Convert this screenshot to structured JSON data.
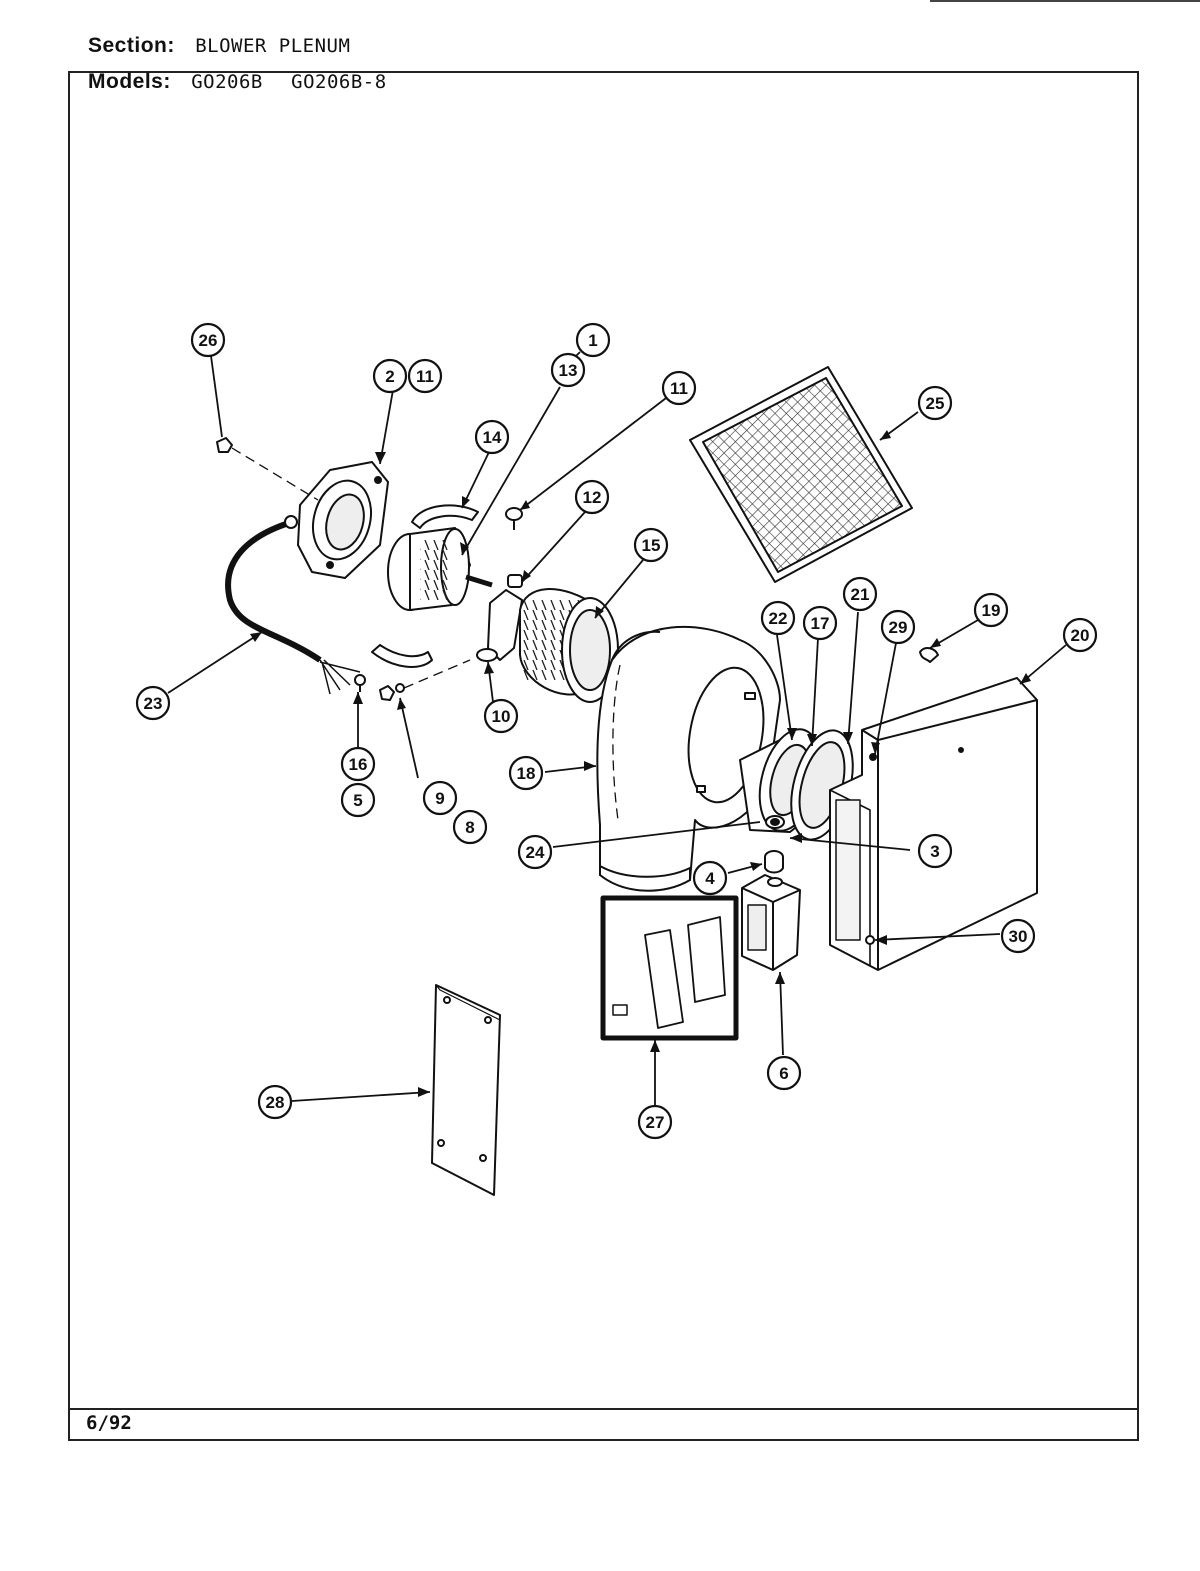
{
  "header": {
    "section_label": "Section:",
    "section_value": "BLOWER PLENUM",
    "models_label": "Models:",
    "models": [
      "GO206B",
      "GO206B-8"
    ]
  },
  "footer": {
    "date": "6/92"
  },
  "callouts": {
    "c1": "1",
    "c2": "2",
    "c11a": "11",
    "c13": "13",
    "c11b": "11",
    "c26": "26",
    "c14": "14",
    "c12": "12",
    "c15": "15",
    "c25": "25",
    "c21": "21",
    "c22": "22",
    "c17": "17",
    "c29": "29",
    "c19": "19",
    "c20": "20",
    "c23": "23",
    "c16": "16",
    "c5": "5",
    "c10": "10",
    "c9": "9",
    "c8": "8",
    "c18": "18",
    "c24": "24",
    "c3": "3",
    "c4": "4",
    "c30": "30",
    "c6": "6",
    "c27": "27",
    "c28": "28"
  }
}
